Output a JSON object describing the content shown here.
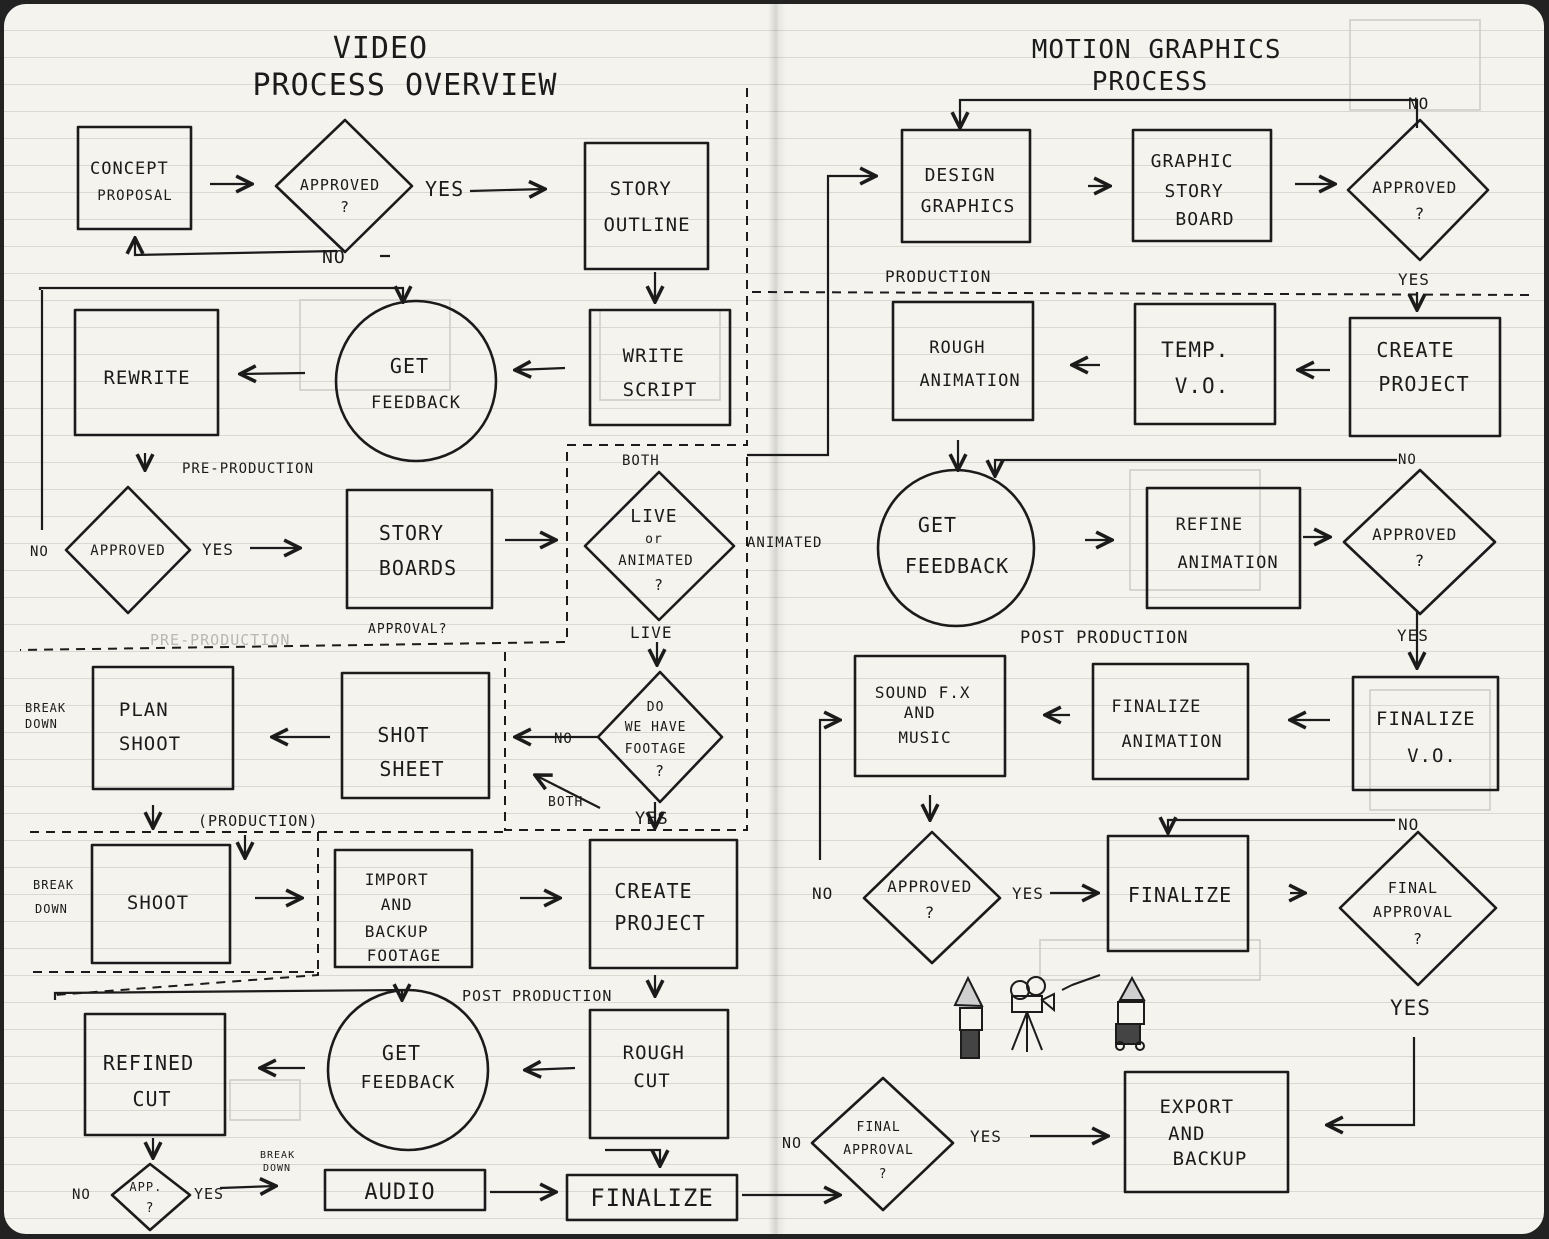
{
  "left_page": {
    "title": [
      "VIDEO",
      "PROCESS OVERVIEW"
    ],
    "nodes": {
      "concept_proposal": [
        "CONCEPT",
        "PROPOSAL"
      ],
      "approved_1": [
        "APPROVED",
        "?"
      ],
      "story_outline": [
        "STORY",
        "OUTLINE"
      ],
      "rewrite": [
        "REWRITE"
      ],
      "get_feedback_1": [
        "GET",
        "FEEDBACK"
      ],
      "write_script": [
        "WRITE",
        "SCRIPT"
      ],
      "approved_2": [
        "APPROVED"
      ],
      "storyboards": [
        "STORY",
        "BOARDS"
      ],
      "live_or_animated": [
        "LIVE",
        "or",
        "ANIMATED",
        "?"
      ],
      "plan_shoot": [
        "PLAN",
        "SHOOT"
      ],
      "shot_sheet": [
        "SHOT",
        "SHEET"
      ],
      "do_we_have_footage": [
        "DO",
        "WE HAVE",
        "FOOTAGE",
        "?"
      ],
      "shoot": [
        "SHOOT"
      ],
      "import_backup": [
        "IMPORT",
        "AND",
        "BACKUP",
        "FOOTAGE"
      ],
      "create_project": [
        "CREATE",
        "PROJECT"
      ],
      "refined_cut": [
        "REFINED",
        "CUT"
      ],
      "get_feedback_2": [
        "GET",
        "FEEDBACK"
      ],
      "rough_cut": [
        "ROUGH",
        "CUT"
      ],
      "app": [
        "APP.",
        "?"
      ],
      "audio": [
        "AUDIO"
      ],
      "finalize": [
        "FINALIZE"
      ]
    },
    "labels": {
      "yes_1": "YES",
      "no_1": "NO",
      "both_top": "BOTH",
      "pre_production_1": "PRE-PRODUCTION",
      "no_2": "NO",
      "yes_2": "YES",
      "animated": "ANIMATED",
      "pre_production_2": "PRE-PRODUCTION",
      "approval": "APPROVAL?",
      "live": "LIVE",
      "break_down_1": [
        "BREAK",
        "DOWN"
      ],
      "no_3": "NO",
      "both_bottom": "BOTH",
      "yes_3": "YES",
      "production": "(PRODUCTION)",
      "break_down_2": [
        "BREAK",
        "DOWN"
      ],
      "post_production": "POST PRODUCTION",
      "no_4": "NO",
      "yes_4": "YES",
      "break_down_3": [
        "BREAK",
        "DOWN"
      ]
    }
  },
  "right_page": {
    "title": [
      "MOTION GRAPHICS",
      "PROCESS"
    ],
    "nodes": {
      "design_graphics": [
        "DESIGN",
        "GRAPHICS"
      ],
      "graphic_storyboard": [
        "GRAPHIC",
        "STORY",
        "BOARD"
      ],
      "approved_1": [
        "APPROVED",
        "?"
      ],
      "rough_animation": [
        "ROUGH",
        "ANIMATION"
      ],
      "temp_vo": [
        "TEMP.",
        "V.O."
      ],
      "create_project": [
        "CREATE",
        "PROJECT"
      ],
      "get_feedback": [
        "GET",
        "FEEDBACK"
      ],
      "refine_animation": [
        "REFINE",
        "ANIMATION"
      ],
      "approved_2": [
        "APPROVED",
        "?"
      ],
      "sound_fx_music": [
        "SOUND F.X",
        "AND",
        "MUSIC"
      ],
      "finalize_animation": [
        "FINALIZE",
        "ANIMATION"
      ],
      "finalize_vo": [
        "FINALIZE",
        "V.O."
      ],
      "approved_3": [
        "APPROVED",
        "?"
      ],
      "finalize": [
        "FINALIZE"
      ],
      "final_approval": [
        "FINAL",
        "APPROVAL",
        "?"
      ],
      "final_approval_bottom": [
        "FINAL",
        "APPROVAL",
        "?"
      ],
      "export_backup": [
        "EXPORT",
        "AND",
        "BACKUP"
      ]
    },
    "labels": {
      "no_1": "NO",
      "yes_1": "YES",
      "production": "PRODUCTION",
      "no_2": "NO",
      "yes_2": "YES",
      "post_production": "POST PRODUCTION",
      "no_3": "NO",
      "yes_3": "YES",
      "no_4": "NO",
      "yes_4": "YES",
      "no_5": "NO",
      "yes_5": "YES"
    }
  }
}
